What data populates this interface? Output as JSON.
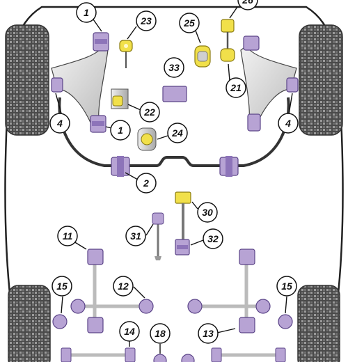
{
  "diagram": {
    "callouts": [
      {
        "key": "c1a",
        "label": "1"
      },
      {
        "key": "c23",
        "label": "23"
      },
      {
        "key": "c26",
        "label": "26"
      },
      {
        "key": "c25",
        "label": "25"
      },
      {
        "key": "c33",
        "label": "33"
      },
      {
        "key": "c21",
        "label": "21"
      },
      {
        "key": "c4l",
        "label": "4"
      },
      {
        "key": "c4r",
        "label": "4"
      },
      {
        "key": "c22",
        "label": "22"
      },
      {
        "key": "c1b",
        "label": "1"
      },
      {
        "key": "c24",
        "label": "24"
      },
      {
        "key": "c2",
        "label": "2"
      },
      {
        "key": "c30",
        "label": "30"
      },
      {
        "key": "c11",
        "label": "11"
      },
      {
        "key": "c31",
        "label": "31"
      },
      {
        "key": "c32",
        "label": "32"
      },
      {
        "key": "c15l",
        "label": "15"
      },
      {
        "key": "c12",
        "label": "12"
      },
      {
        "key": "c15r",
        "label": "15"
      },
      {
        "key": "c14",
        "label": "14"
      },
      {
        "key": "c13",
        "label": "13"
      },
      {
        "key": "c18",
        "label": "18"
      }
    ],
    "colors": {
      "bush_purple": "#b7a3d4",
      "bush_dark": "#6a4f98",
      "bush_yellow": "#f1e04a",
      "metal": "#c8c8c8",
      "tyre": "#5a5a5a",
      "outline": "#333333"
    }
  }
}
